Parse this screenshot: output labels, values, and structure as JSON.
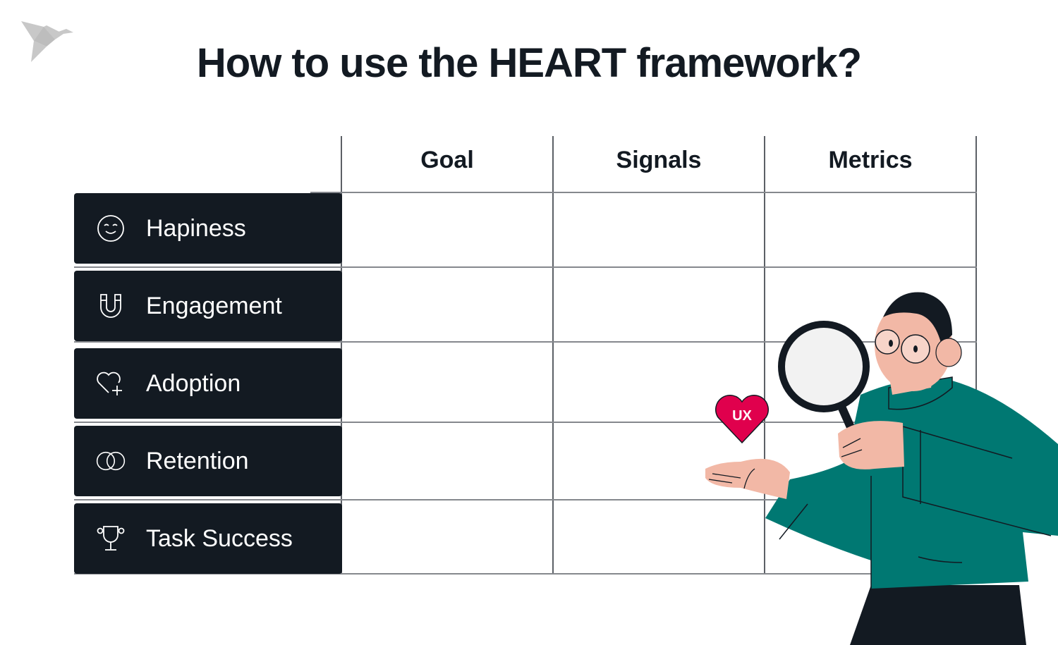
{
  "logo": {
    "icon": "origami-bird-icon",
    "color": "#c8c8c8"
  },
  "title": "How to use the HEART framework?",
  "table": {
    "columns": [
      {
        "label": "Goal"
      },
      {
        "label": "Signals"
      },
      {
        "label": "Metrics"
      }
    ],
    "rows": [
      {
        "label": "Hapiness",
        "icon": "smile-icon",
        "goal": "",
        "signals": "",
        "metrics": ""
      },
      {
        "label": "Engagement",
        "icon": "magnet-icon",
        "goal": "",
        "signals": "",
        "metrics": ""
      },
      {
        "label": "Adoption",
        "icon": "heart-plus-icon",
        "goal": "",
        "signals": "",
        "metrics": ""
      },
      {
        "label": "Retention",
        "icon": "linked-rings-icon",
        "goal": "",
        "signals": "",
        "metrics": ""
      },
      {
        "label": "Task Success",
        "icon": "trophy-icon",
        "goal": "",
        "signals": "",
        "metrics": ""
      }
    ]
  },
  "illustration": {
    "heart_badge": "UX",
    "description": "person with glasses holding magnifying glass",
    "colors": {
      "heart": "#e0004d",
      "shirt": "#007872",
      "skin": "#f2b8a6",
      "hair": "#131a22"
    }
  },
  "colors": {
    "label_bg": "#131a22",
    "grid_line": "#85888d",
    "text": "#131a22"
  }
}
